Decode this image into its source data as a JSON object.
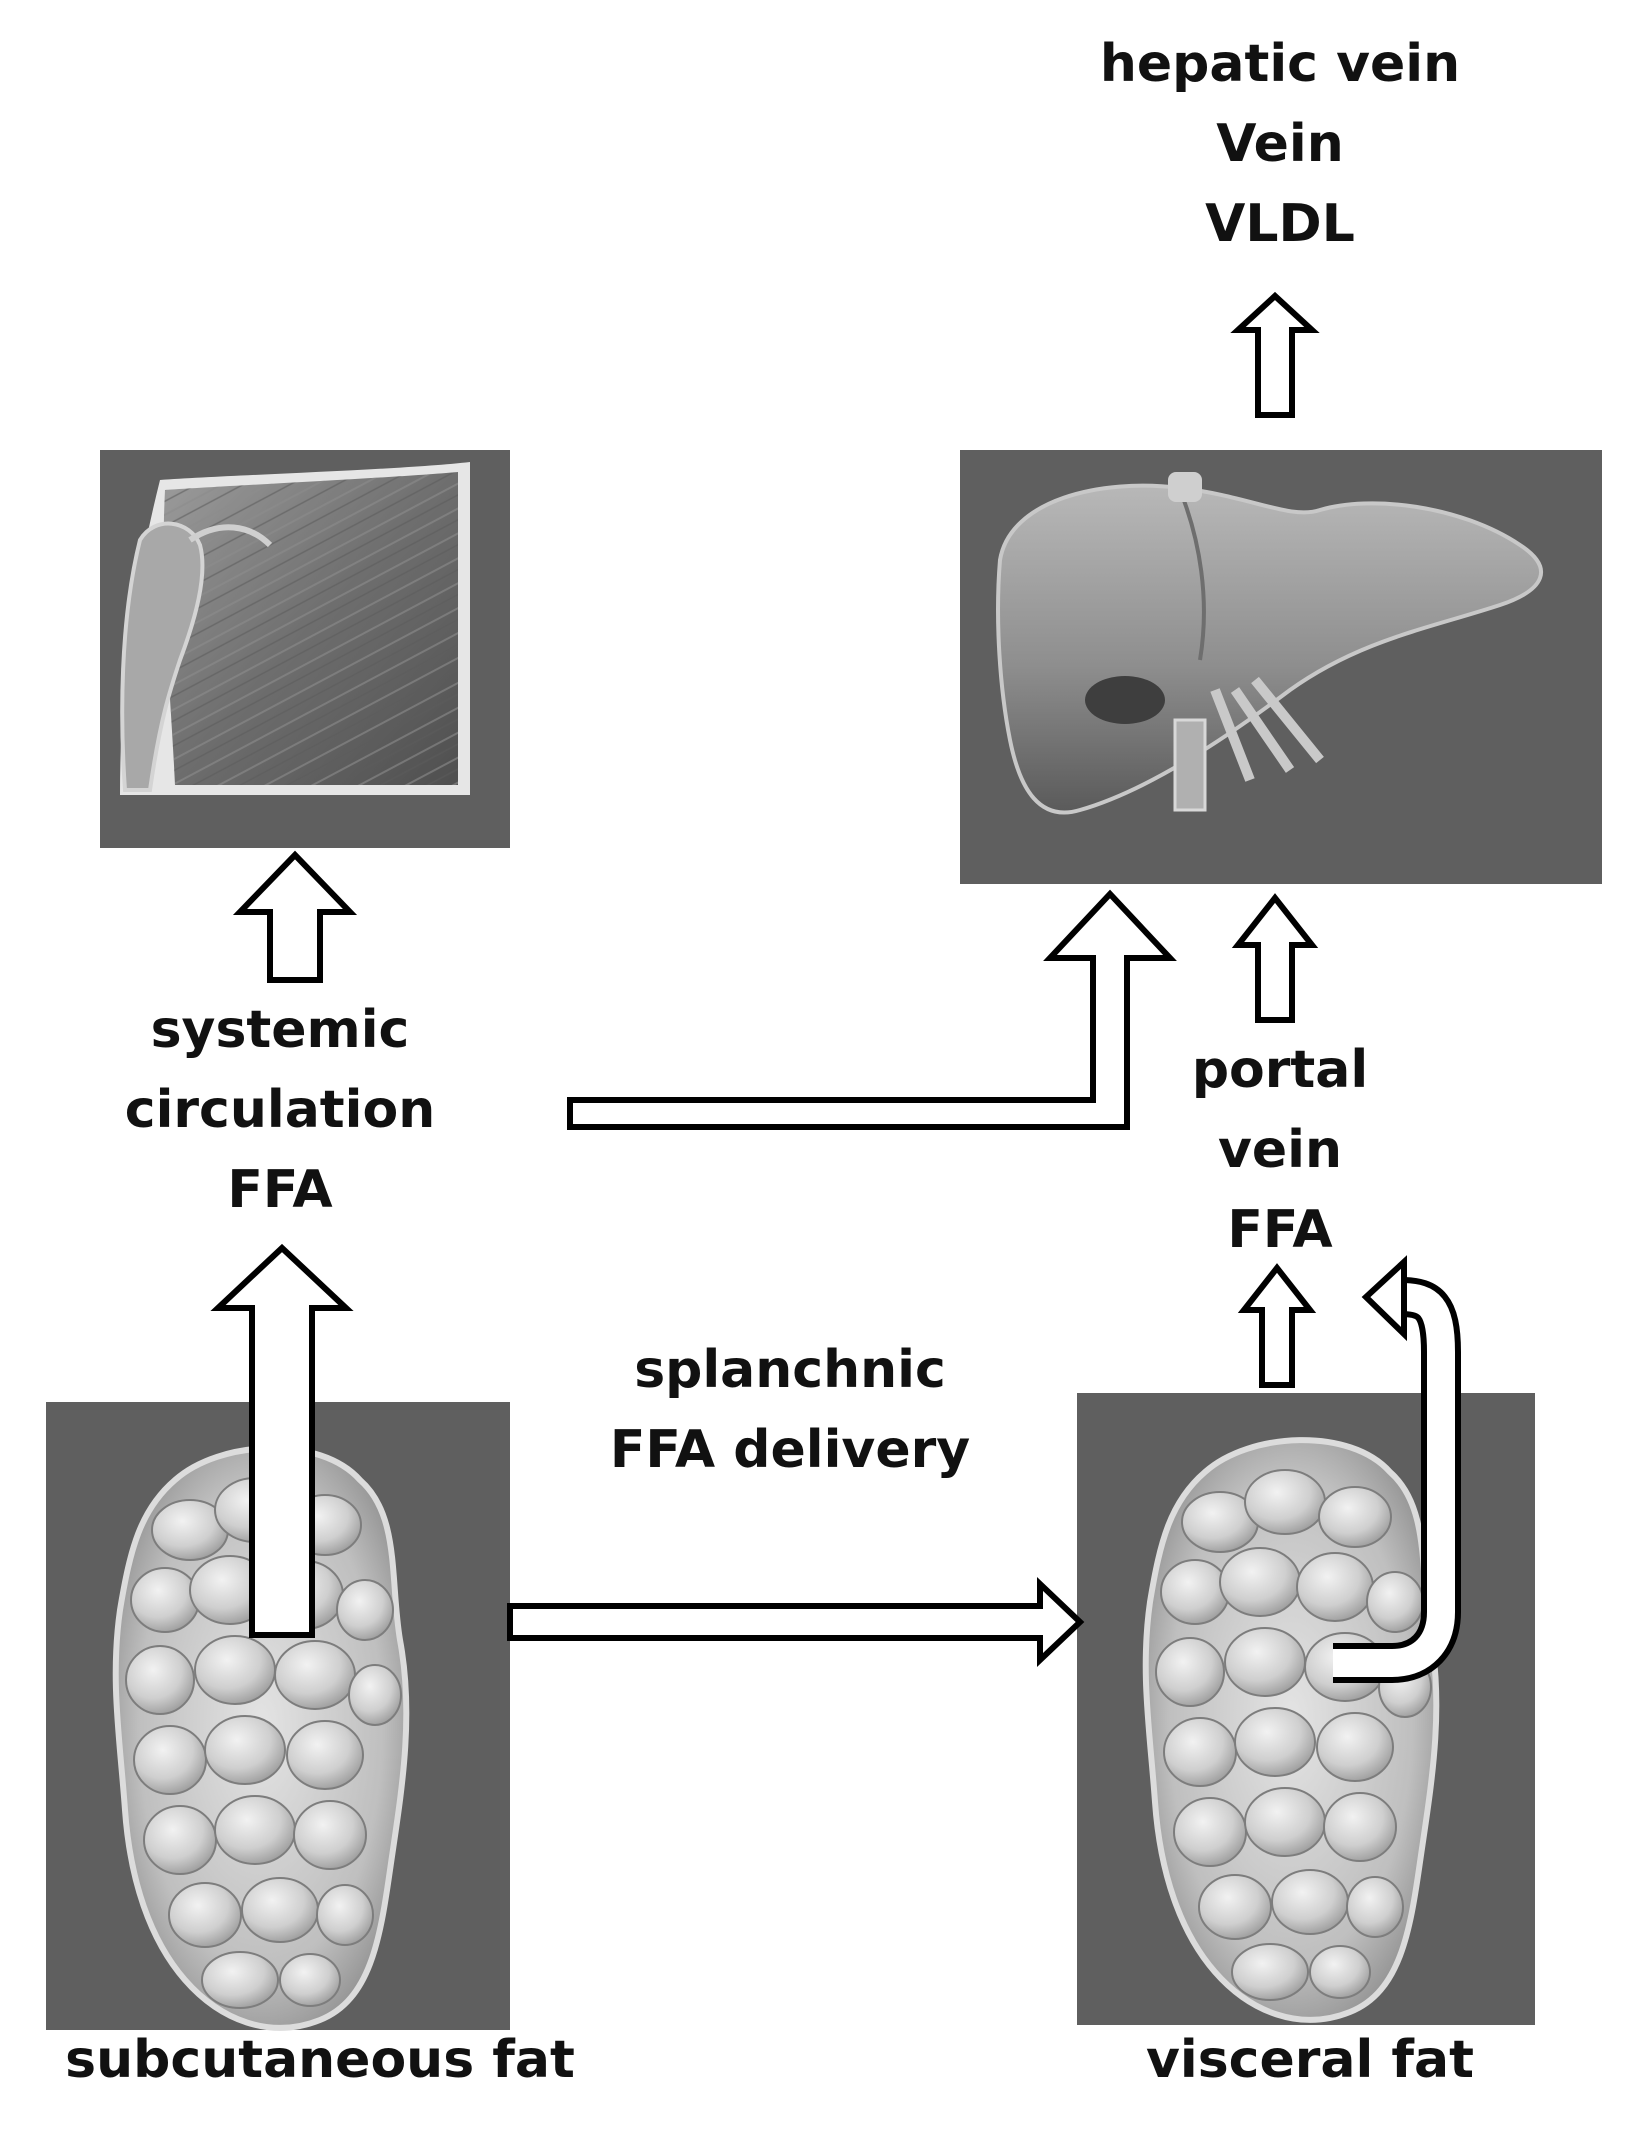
{
  "labels": {
    "hepatic": [
      "hepatic vein",
      "Vein",
      "VLDL"
    ],
    "systemic": [
      "systemic",
      "circulation",
      "FFA"
    ],
    "portal": [
      "portal",
      "vein",
      "FFA"
    ],
    "splanchnic": [
      "splanchnic",
      "FFA delivery"
    ],
    "subcutaneous": "subcutaneous fat",
    "visceral": "visceral fat"
  },
  "nodes": [
    {
      "id": "muscle",
      "icon": "muscle-illustration"
    },
    {
      "id": "liver",
      "icon": "liver-illustration"
    },
    {
      "id": "subcutaneous-fat",
      "icon": "adipose-tissue-illustration"
    },
    {
      "id": "visceral-fat",
      "icon": "adipose-tissue-illustration"
    }
  ],
  "edges": [
    {
      "from": "liver",
      "to": "hepatic vein"
    },
    {
      "from": "systemic circulation",
      "to": "muscle"
    },
    {
      "from": "subcutaneous-fat",
      "to": "systemic circulation"
    },
    {
      "from": "systemic circulation",
      "to": "liver"
    },
    {
      "from": "portal vein",
      "to": "liver"
    },
    {
      "from": "visceral-fat",
      "to": "portal vein"
    },
    {
      "from": "visceral-fat",
      "to": "portal vein",
      "style": "curved"
    },
    {
      "from": "subcutaneous-fat",
      "to": "visceral-fat"
    }
  ],
  "colors": {
    "panel": "#5f5f5f",
    "arrow_stroke": "#000000",
    "arrow_fill": "#ffffff"
  }
}
